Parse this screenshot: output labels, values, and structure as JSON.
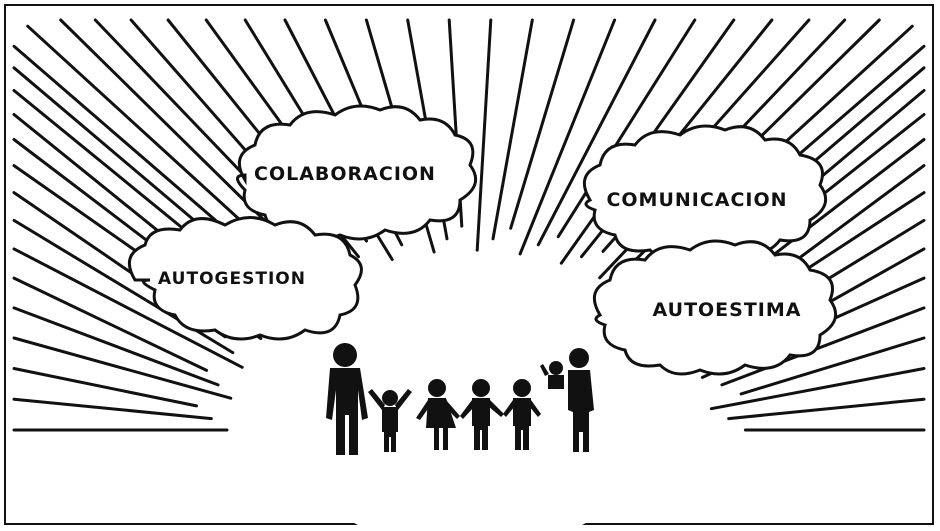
{
  "illustration": {
    "clouds": [
      {
        "id": "colaboracion",
        "label": "COLABORACION"
      },
      {
        "id": "autogestion",
        "label": "AUTOGESTION"
      },
      {
        "id": "comunicacion",
        "label": "COMUNICACION"
      },
      {
        "id": "autoestima",
        "label": "AUTOESTIMA"
      }
    ],
    "figures": [
      "adult",
      "child",
      "child",
      "child",
      "child",
      "adult-with-child"
    ],
    "colors": {
      "ink": "#111111",
      "paper": "#ffffff"
    }
  }
}
